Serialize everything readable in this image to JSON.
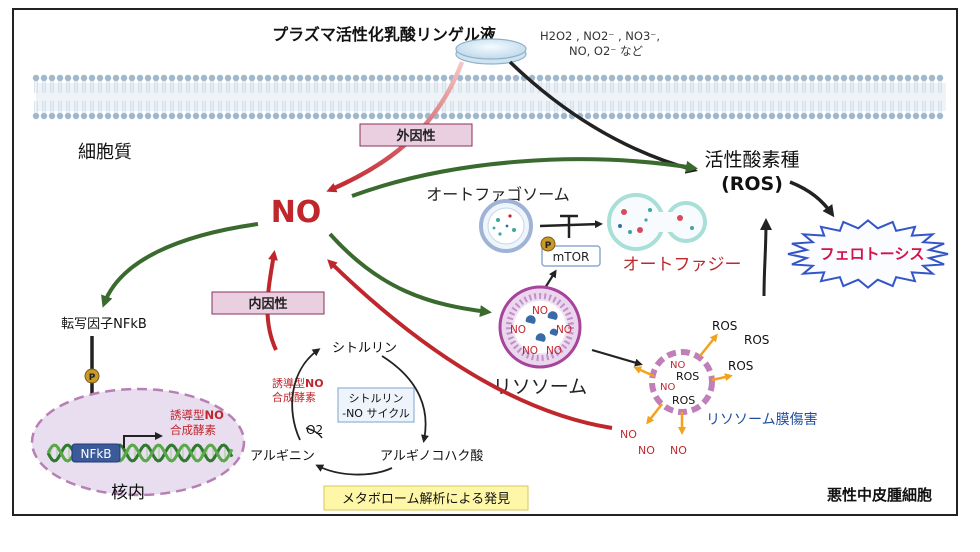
{
  "solution_name": "プラズマ活性化乳酸リンゲル液",
  "species_line1": "H2O2 , NO2⁻ , NO3⁻,",
  "species_line2": "NO, O2⁻ など",
  "cytoplasm": "細胞質",
  "exogenous": "外因性",
  "endogenous": "内因性",
  "no_center": "NO",
  "ros_line1": "活性酸素種",
  "ros_line2": "(ROS)",
  "ferroptosis": "フェロトーシス",
  "autophagosome": "オートファゴソーム",
  "mtor": "mTOR",
  "p_mark": "P",
  "autophagy": "オートファジー",
  "lysosome": "リソソーム",
  "lysosome_damage": "リソソーム膜傷害",
  "nfkb_factor": "転写因子NFkB",
  "nfkb_gene": "NFkB",
  "nucleus": "核内",
  "inos_prefix": "誘導型",
  "inos_no": "NO",
  "inos_suffix": "合成酵素",
  "citrulline": "シトルリン",
  "cycle_line1": "シトルリン",
  "cycle_line2": "-NO サイクル",
  "arginine": "アルギニン",
  "argininosuccinate": "アルギノコハク酸",
  "o2": "O2",
  "metabolome": "メタボローム解析による発見",
  "tumor": "悪性中皮腫細胞",
  "ros_label": "ROS",
  "no_label": "NO",
  "colors": {
    "red": "#c0272d",
    "green": "#3a6a2e",
    "pink": "#e8cfe0",
    "yellow": "#fff7a8",
    "blue": "#1f4e9e"
  }
}
